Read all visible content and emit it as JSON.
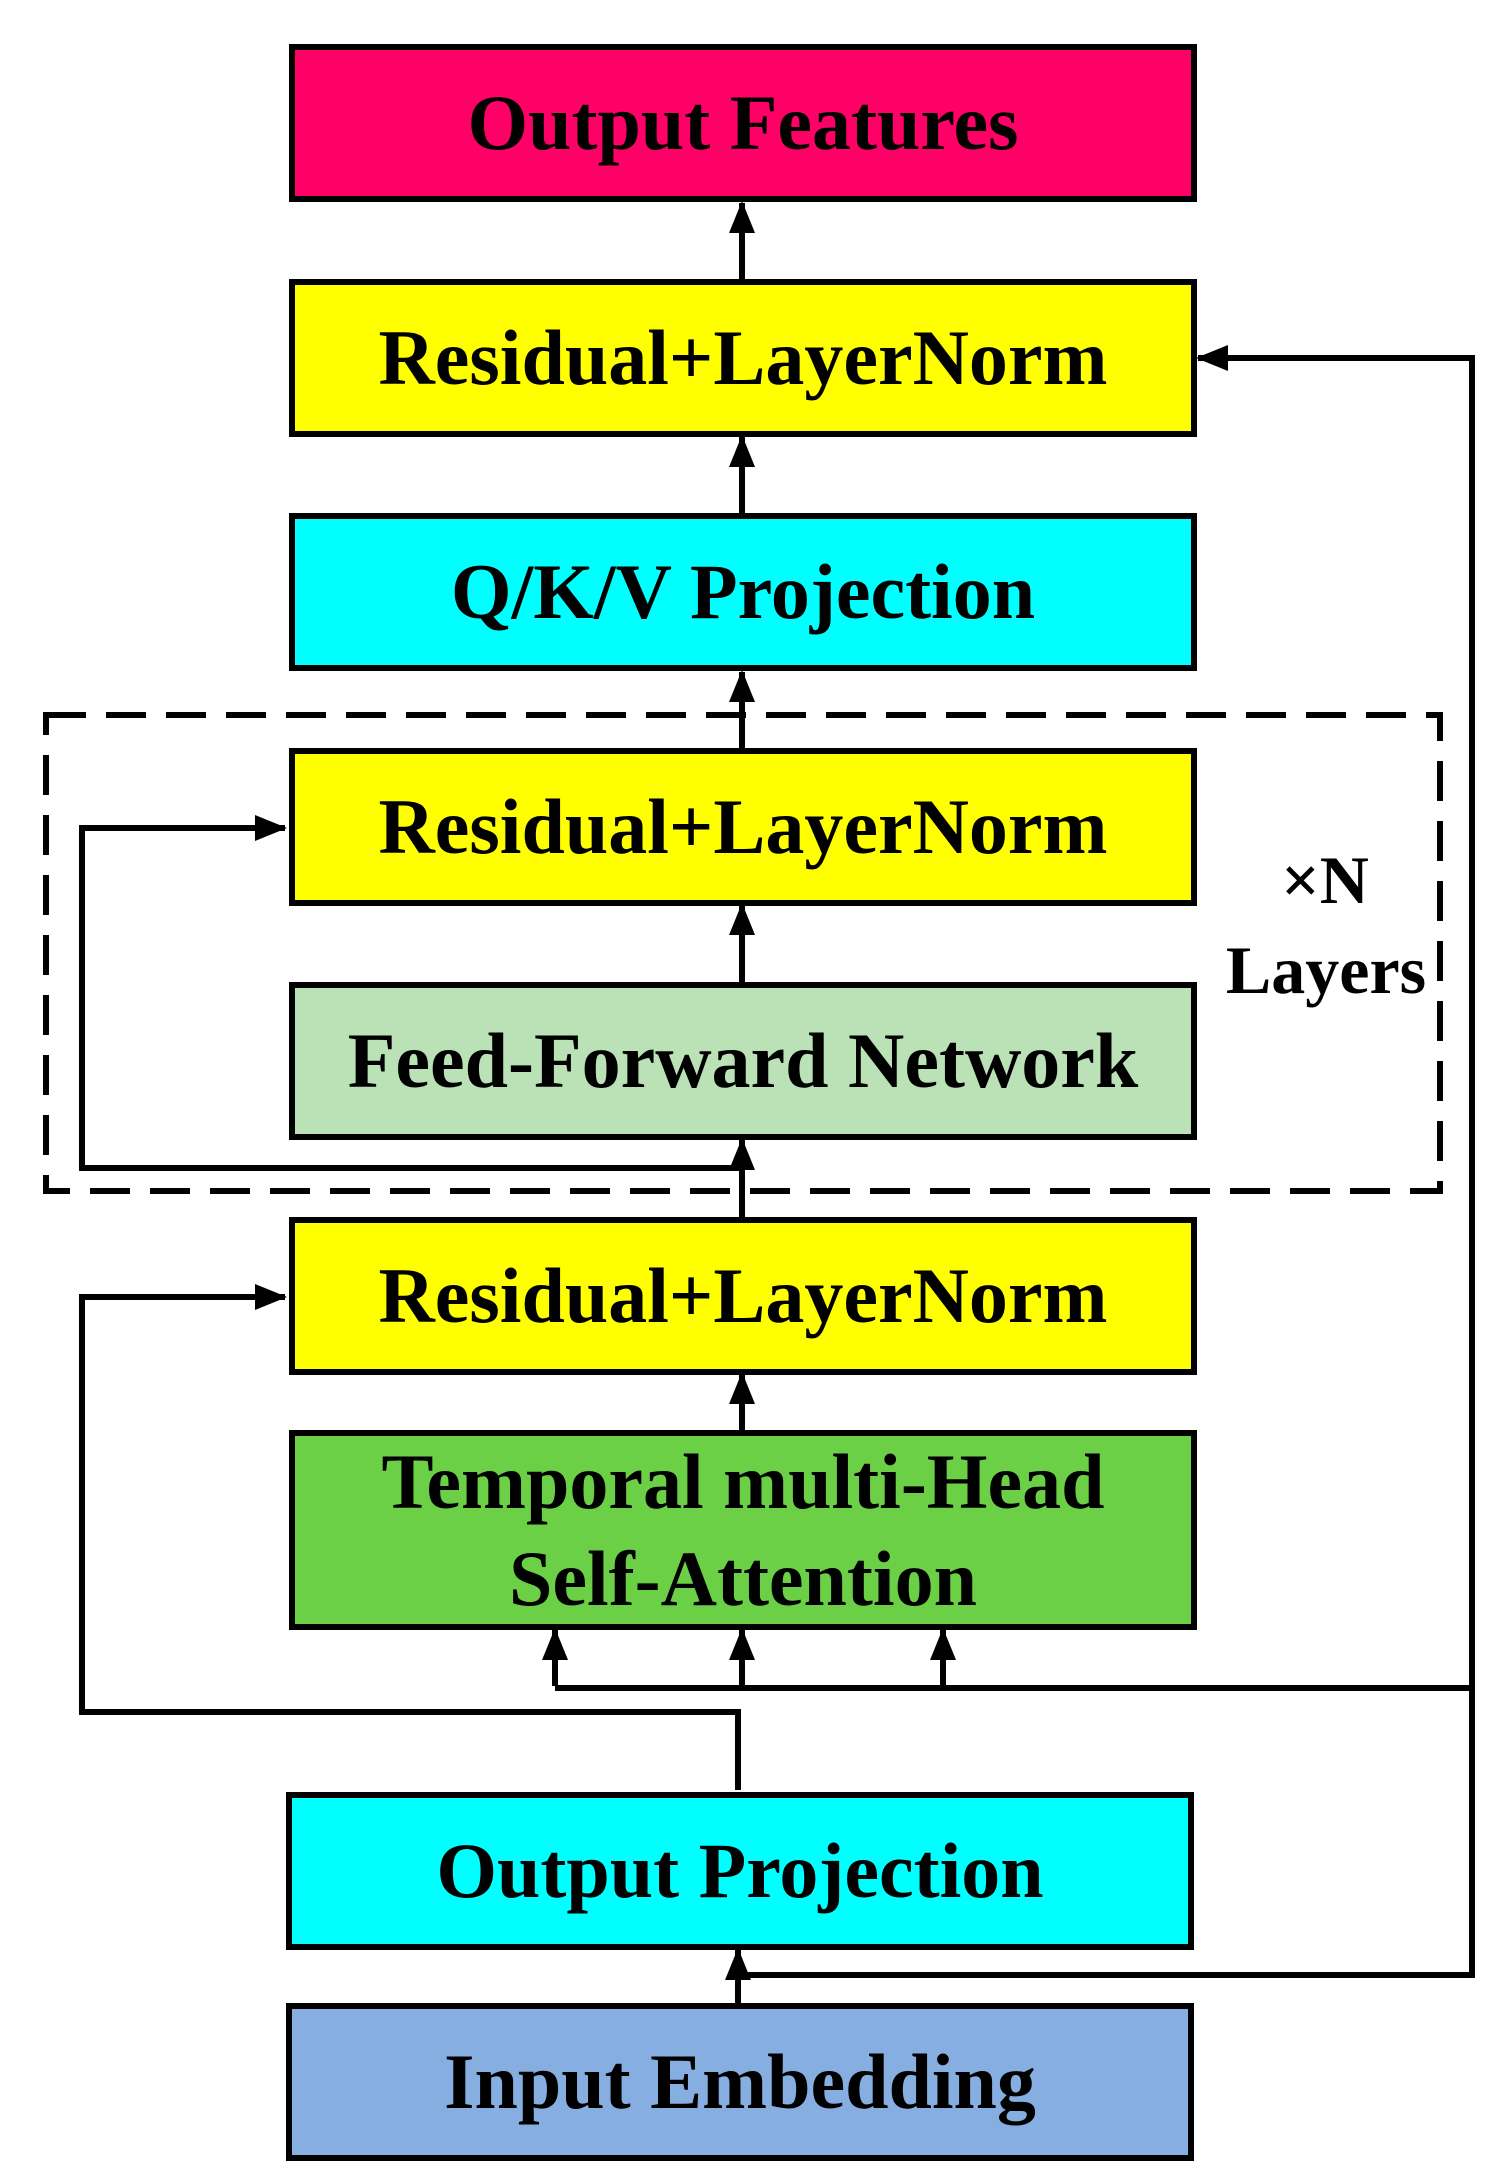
{
  "diagram": {
    "boxes": {
      "output_features": {
        "label": "Output Features",
        "color": "#FF0066"
      },
      "residual_top": {
        "label": "Residual+LayerNorm",
        "color": "#FFFF00"
      },
      "qkv_projection": {
        "label": "Q/K/V Projection",
        "color": "#00FFFF"
      },
      "residual_block": {
        "label": "Residual+LayerNorm",
        "color": "#FFFF00"
      },
      "feed_forward": {
        "label": "Feed-Forward Network",
        "color": "#BBE1B6"
      },
      "residual_attention": {
        "label": "Residual+LayerNorm",
        "color": "#FFFF00"
      },
      "attention": {
        "line1": "Temporal multi-Head",
        "line2": "Self-Attention",
        "color": "#6CD047"
      },
      "output_projection": {
        "label": "Output Projection",
        "color": "#00FFFF"
      },
      "input_embedding": {
        "label": "Input Embedding",
        "color": "#86AEE0"
      }
    },
    "repeat_group": {
      "count_label": "×N",
      "layers_label": "Layers"
    },
    "line_color": "#000000"
  }
}
